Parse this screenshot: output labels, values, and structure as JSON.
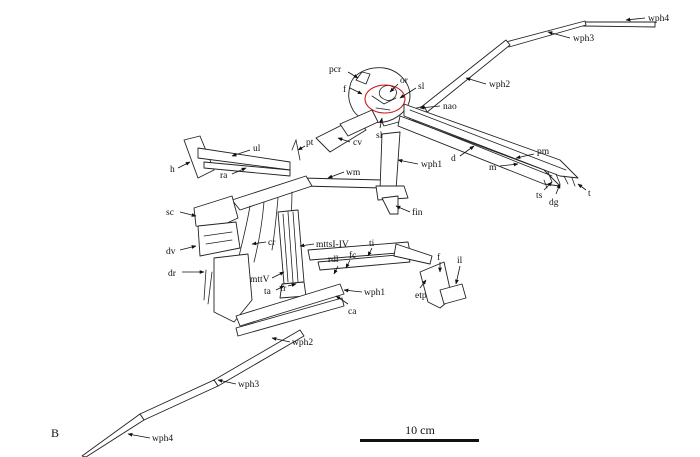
{
  "panel_label": "B",
  "scale_bar": {
    "label": "10 cm"
  },
  "labels": {
    "wph4_top": "wph4",
    "wph3_top": "wph3",
    "wph2_top": "wph2",
    "pcr": "pcr",
    "f_skull": "f",
    "or": "or",
    "sl_top": "sl",
    "nao": "nao",
    "sl_lower": "sl",
    "pt": "pt",
    "cv": "cv",
    "ul": "ul",
    "h": "h",
    "ra": "ra",
    "wph1_upper": "wph1",
    "d": "d",
    "pm": "pm",
    "m": "m",
    "ts": "ts",
    "dg": "dg",
    "t": "t",
    "wm": "wm",
    "fin": "fin",
    "sc": "sc",
    "cr": "cr",
    "dv": "dv",
    "dr": "dr",
    "mttsI_IV": "mttsI-IV",
    "ti": "ti",
    "fc": "fc",
    "rdl": "rdl",
    "f_foot": "f",
    "il": "il",
    "mttV": "mttV",
    "ta": "ta",
    "fr": "fr",
    "etp": "etp",
    "wph1_lower": "wph1",
    "ca": "ca",
    "wph2_lower": "wph2",
    "wph3_lower": "wph3",
    "wph4_lower": "wph4"
  }
}
